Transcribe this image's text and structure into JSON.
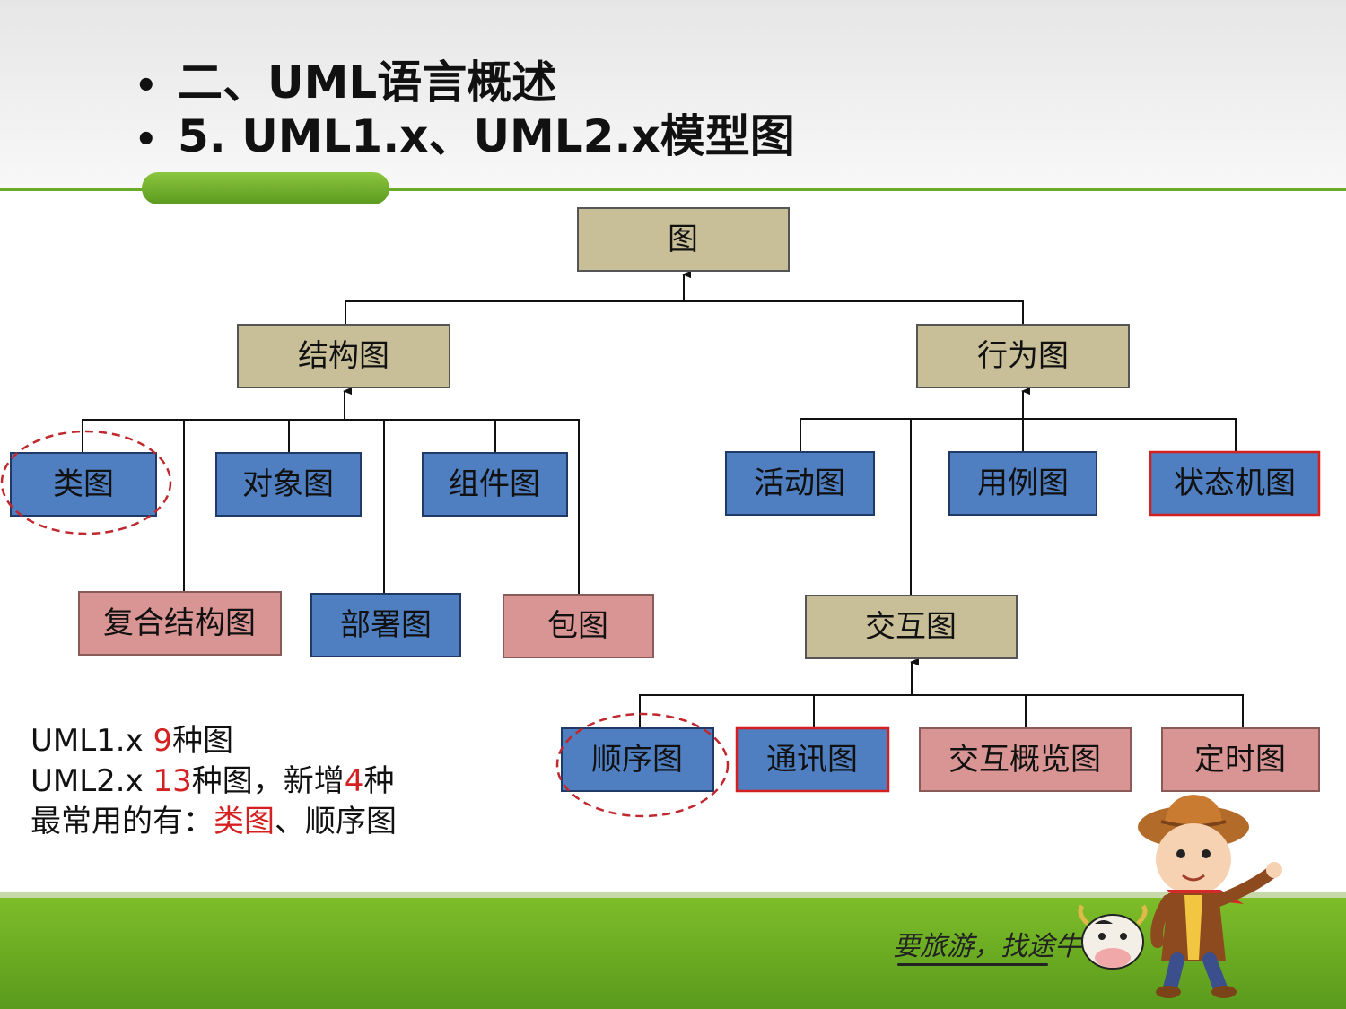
{
  "header": {
    "bullet": "•",
    "line1": "二、UML语言概述",
    "line2": "5. UML1.x、UML2.x模型图"
  },
  "diagram": {
    "root": "图",
    "structure": "结构图",
    "behavior": "行为图",
    "class": "类图",
    "object": "对象图",
    "component": "组件图",
    "composite": "复合结构图",
    "deployment": "部署图",
    "package": "包图",
    "activity": "活动图",
    "usecase": "用例图",
    "statemachine": "状态机图",
    "interaction": "交互图",
    "sequence": "顺序图",
    "communication": "通讯图",
    "overview": "交互概览图",
    "timing": "定时图"
  },
  "notes": {
    "l1_prefix": "UML1.x ",
    "l1_num": "9",
    "l1_suffix": "种图",
    "l2_prefix": "UML2.x ",
    "l2_num": "13",
    "l2_mid": "种图，新增",
    "l2_num2": "4",
    "l2_suffix": "种",
    "l3_prefix": "最常用的有：",
    "l3_red": "类图",
    "l3_suffix": "、顺序图"
  },
  "footer": {
    "slogan": "要旅游，找途牛！"
  },
  "colors": {
    "tan": "#c8bf98",
    "blue": "#4f7fc0",
    "pink": "#d99594",
    "highlight_border": "#d42020",
    "accent_green": "#6aab2c"
  }
}
